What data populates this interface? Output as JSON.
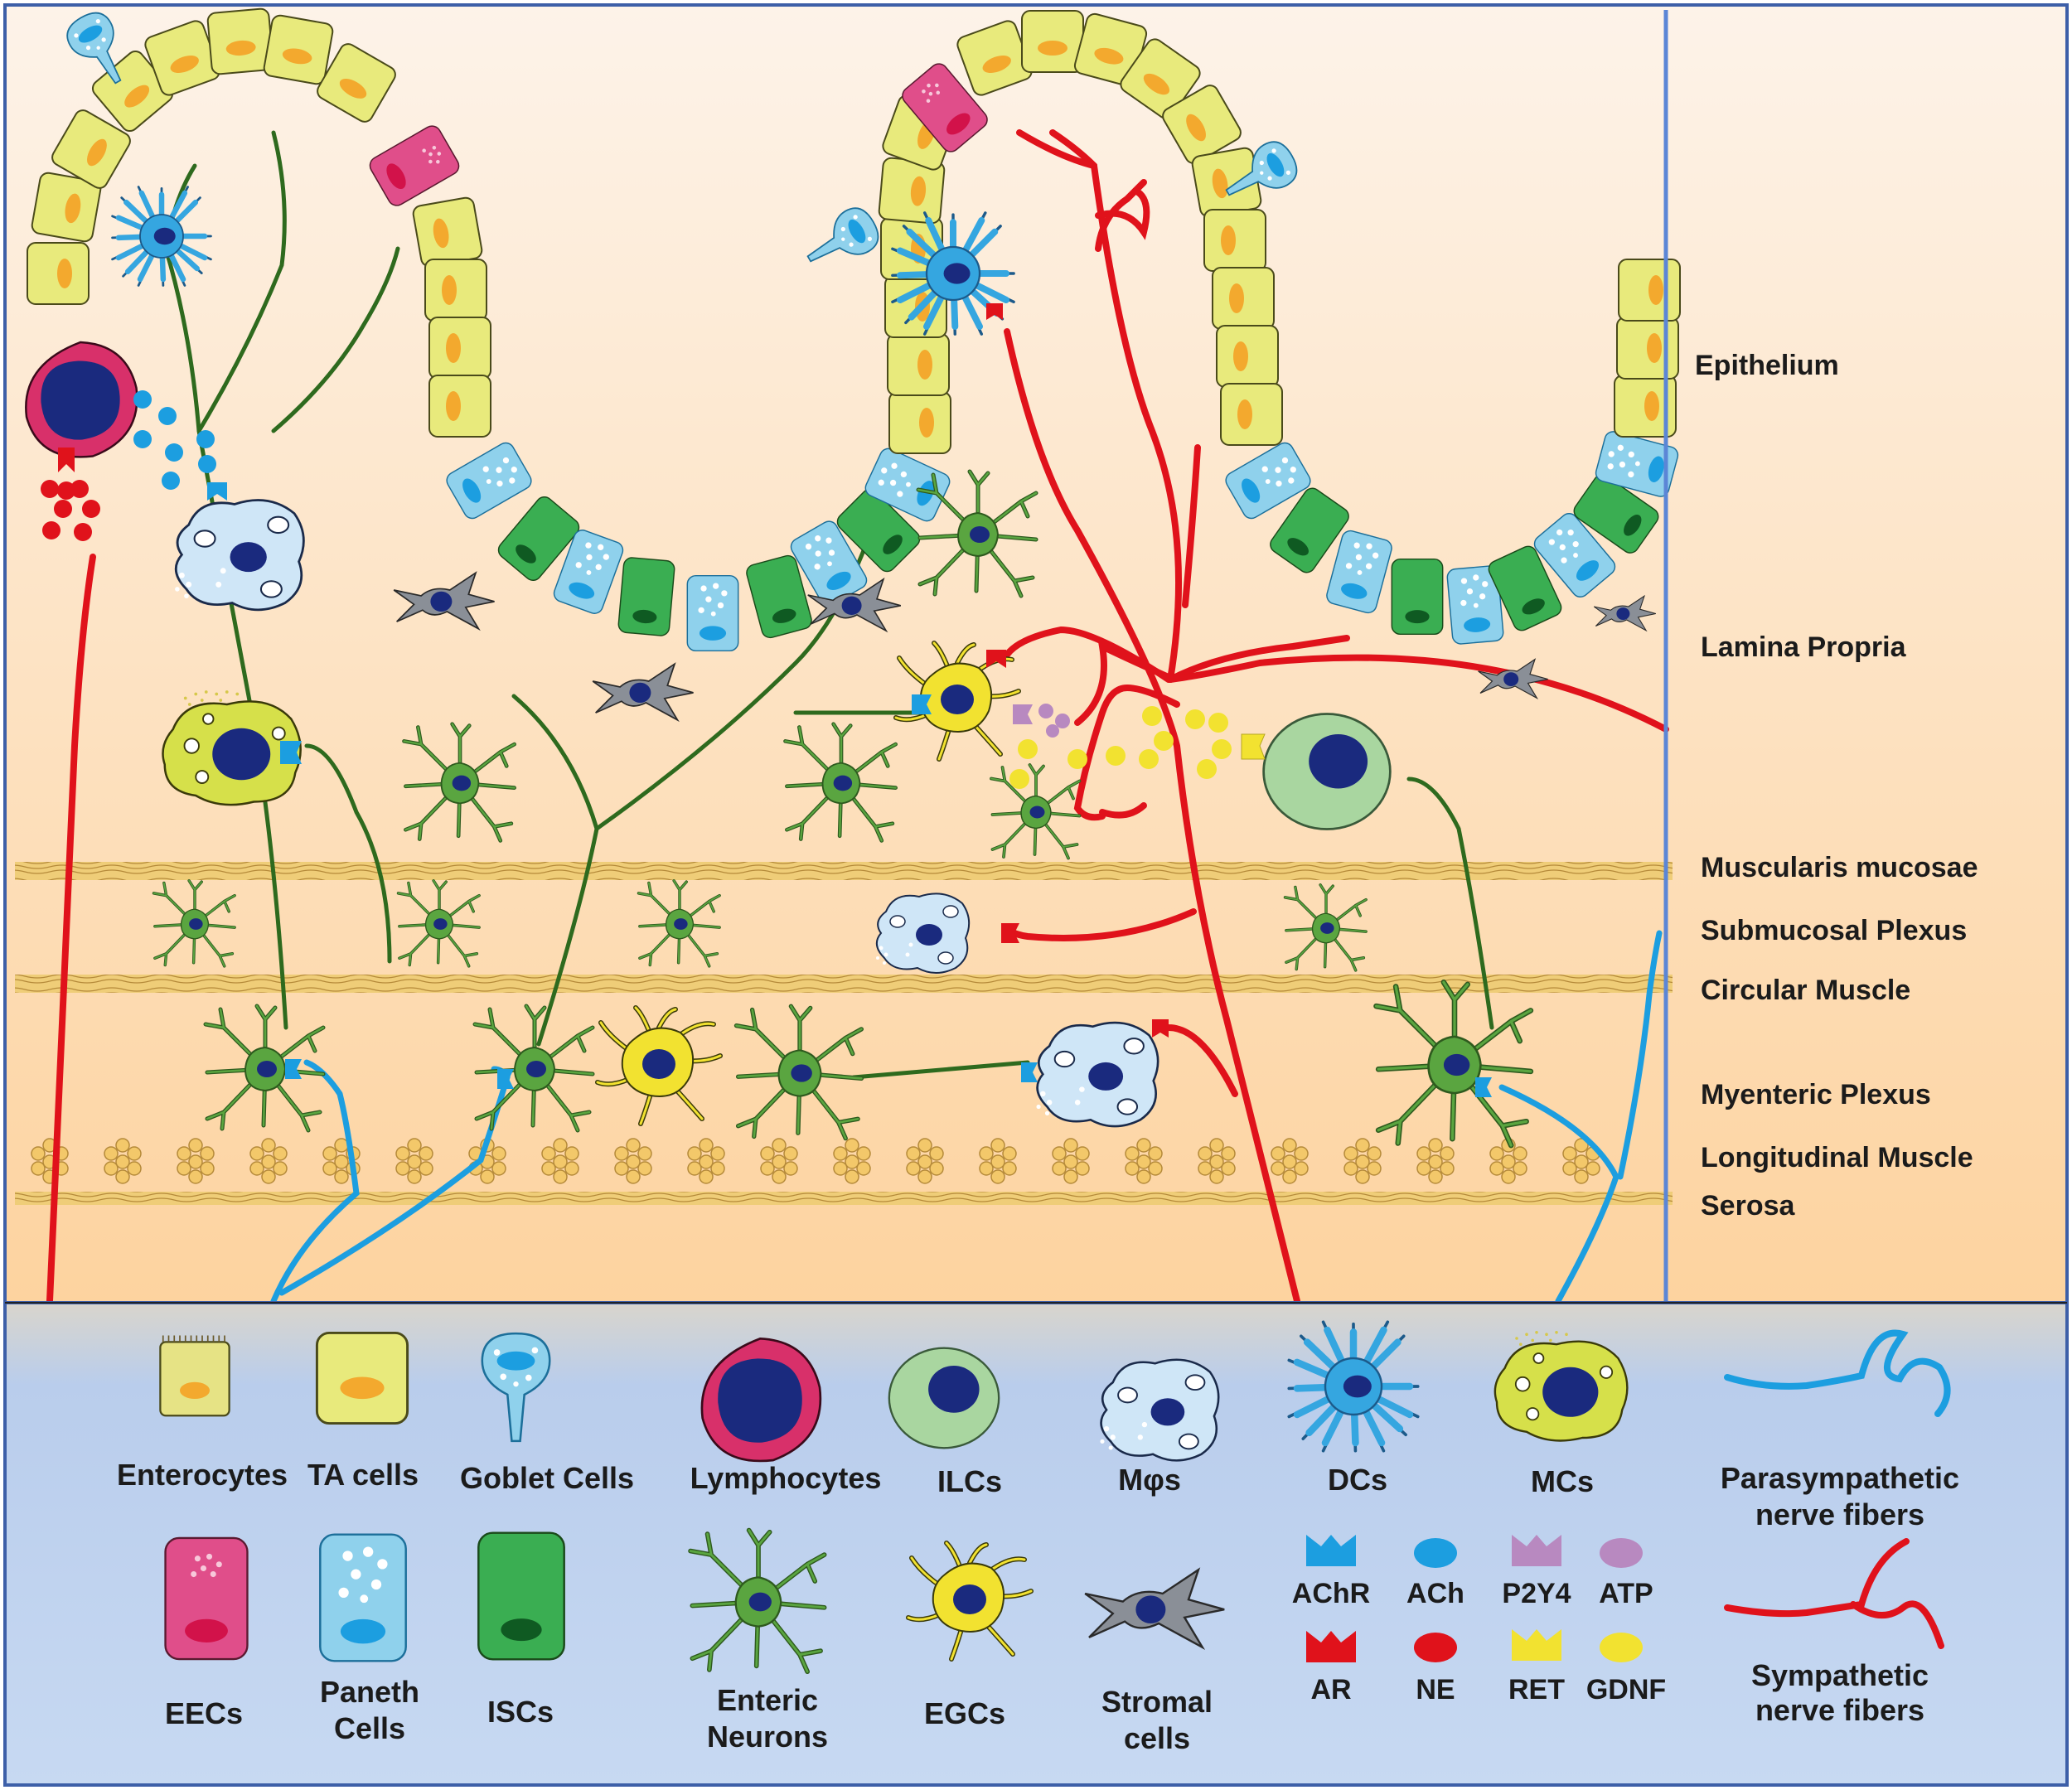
{
  "layers": [
    "Epithelium",
    "Lamina Propria",
    "Muscularis mucosae",
    "Submucosal Plexus",
    "Circular Muscle",
    "Myenteric Plexus",
    "Longitudinal Muscle",
    "Serosa"
  ],
  "legend": {
    "cells_row1": [
      "Enterocytes",
      "TA cells",
      "Goblet Cells",
      "Lymphocytes",
      "ILCs",
      "Mφs",
      "DCs",
      "MCs"
    ],
    "cells_row2": [
      "EECs",
      "Paneth",
      "Cells",
      "ISCs",
      "Enteric",
      "Neurons",
      "EGCs",
      "Stromal",
      "cells"
    ],
    "molecules": [
      "AChR",
      "ACh",
      "P2Y4",
      "ATP",
      "AR",
      "NE",
      "RET",
      "GDNF"
    ],
    "fibers": {
      "parasympathetic": [
        "Parasympathetic",
        "nerve fibers"
      ],
      "sympathetic": [
        "Sympathetic",
        "nerve fibers"
      ]
    }
  },
  "colors": {
    "enterocyte": "#e6e385",
    "ta_cell": "#e8ea7c",
    "nucleus_orange": "#f3a92e",
    "eec": "#e04e8a",
    "paneth": "#8fd1ec",
    "isc": "#3aae52",
    "lymphocyte": "#d8306a",
    "nucleus": "#1a2a7e",
    "ilc": "#a9d6a0",
    "macrophage": "#cfe6f7",
    "dc": "#35a6e0",
    "mc": "#d6e04a",
    "neuron": "#5aa540",
    "egc": "#f2e230",
    "stromal": "#8a8f97",
    "parasympathetic": "#1c9ee0",
    "sympathetic": "#e0121b",
    "p2y4": "#b889c0"
  }
}
